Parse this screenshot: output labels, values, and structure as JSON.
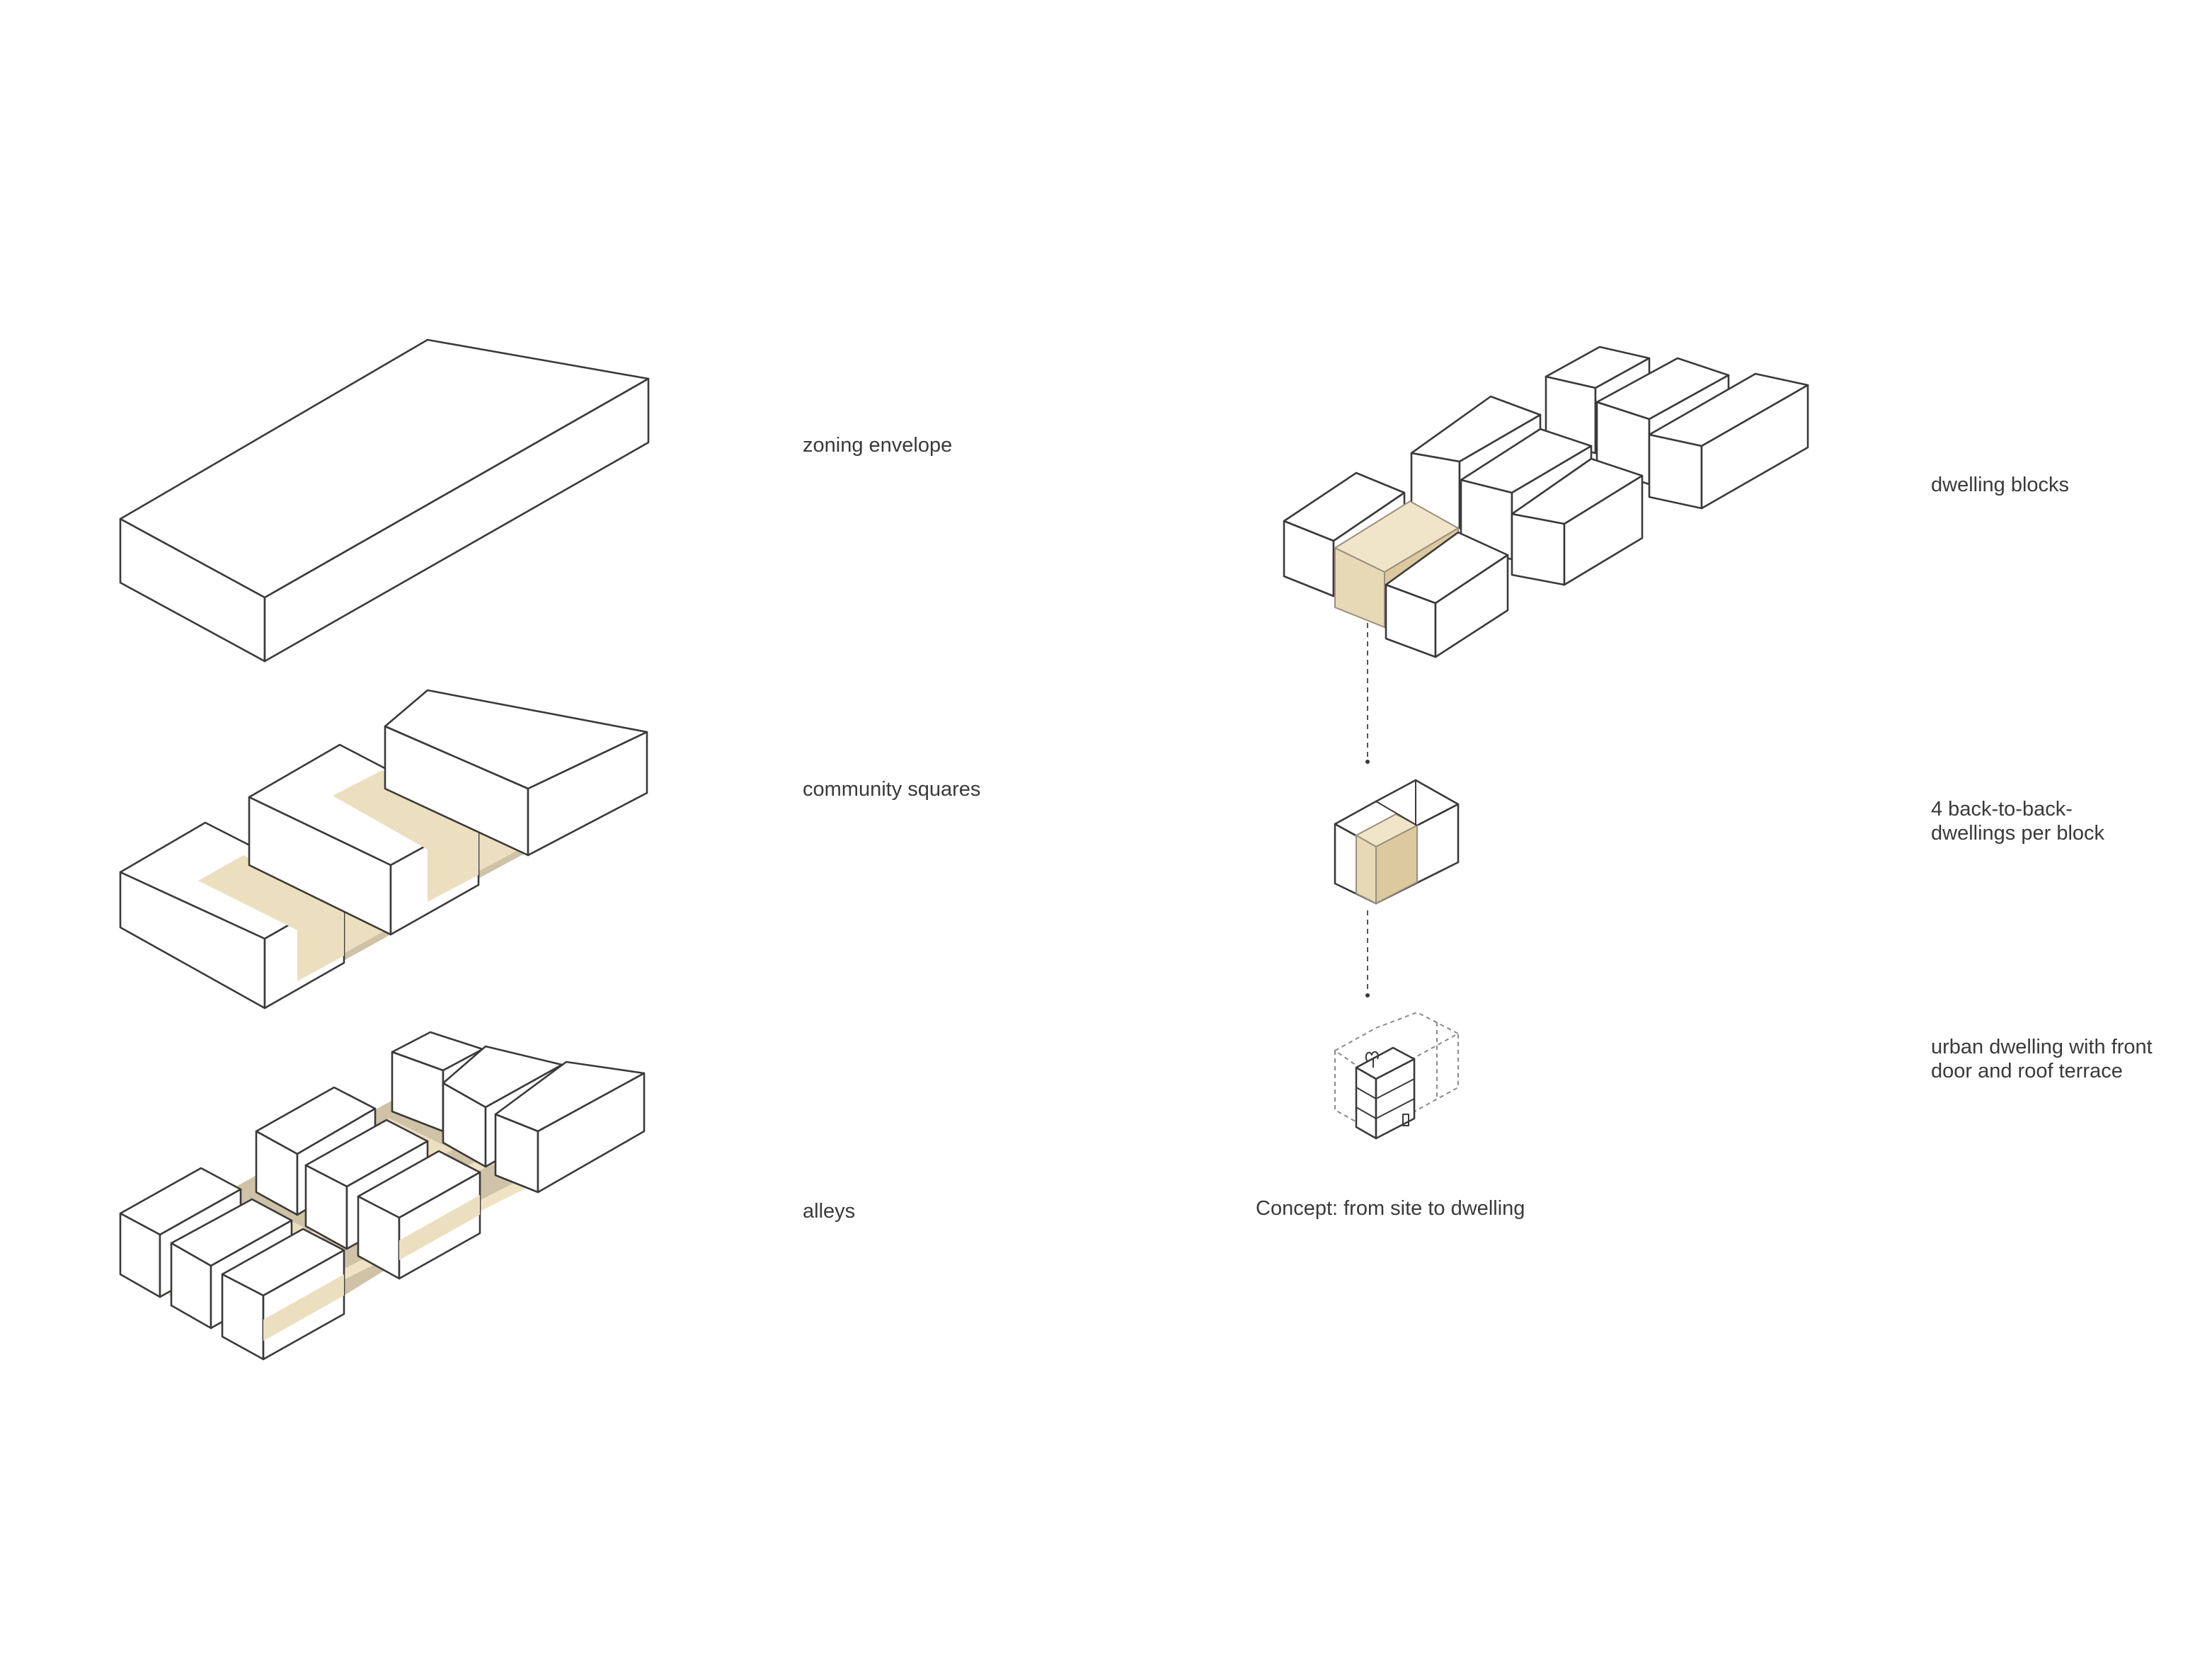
{
  "labels": {
    "zoning_envelope": "zoning envelope",
    "community_squares": "community squares",
    "alleys": "alleys",
    "dwelling_blocks": "dwelling blocks",
    "back_to_back_line1": "4 back-to-back-",
    "back_to_back_line2": "dwellings per block",
    "urban_dwelling_line1": "urban dwelling with front",
    "urban_dwelling_line2": "door and roof terrace",
    "concept_caption": "Concept: from site to dwelling"
  },
  "colors": {
    "line": "#3a3a3a",
    "highlight_tan": "#ecdfbf",
    "shadow_tan": "#cfc2a7",
    "background": "#ffffff"
  }
}
